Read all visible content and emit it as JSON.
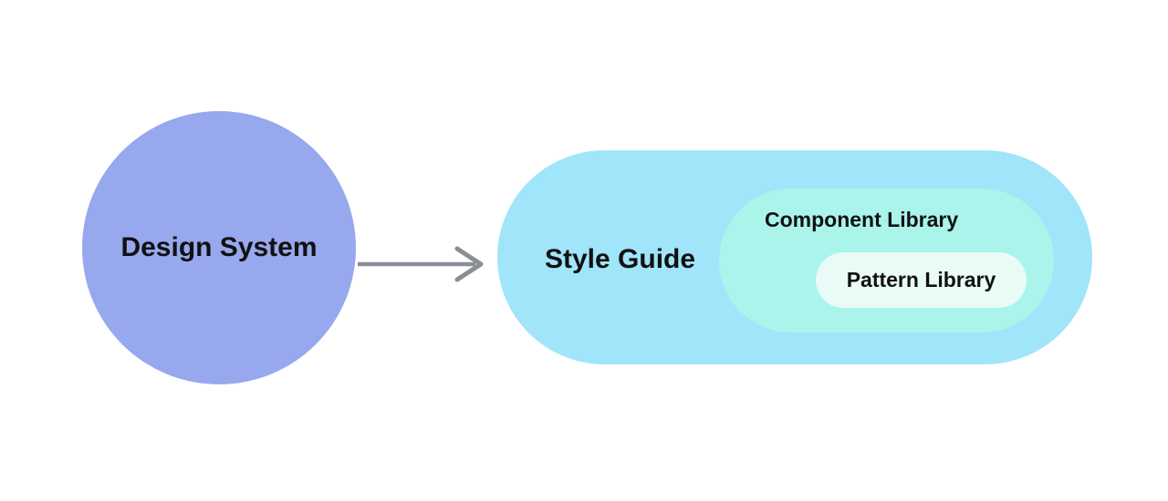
{
  "diagram": {
    "background": "#FFFFFF",
    "text_color": "#111111",
    "nodes": {
      "design_system": {
        "label": "Design System",
        "fill": "#97A8EE",
        "shape": "circle"
      },
      "style_guide": {
        "label": "Style Guide",
        "fill": "#A0E5FA",
        "shape": "pill"
      },
      "component_library": {
        "label": "Component Library",
        "fill": "#AAF4EB",
        "shape": "pill"
      },
      "pattern_library": {
        "label": "Pattern Library",
        "fill": "#E9FBF7",
        "shape": "pill"
      }
    },
    "edges": [
      {
        "from": "design_system",
        "to": "style_guide",
        "style": "arrow-right",
        "color": "#8A8F97"
      }
    ],
    "arrow": {
      "color": "#8A8F97"
    }
  }
}
